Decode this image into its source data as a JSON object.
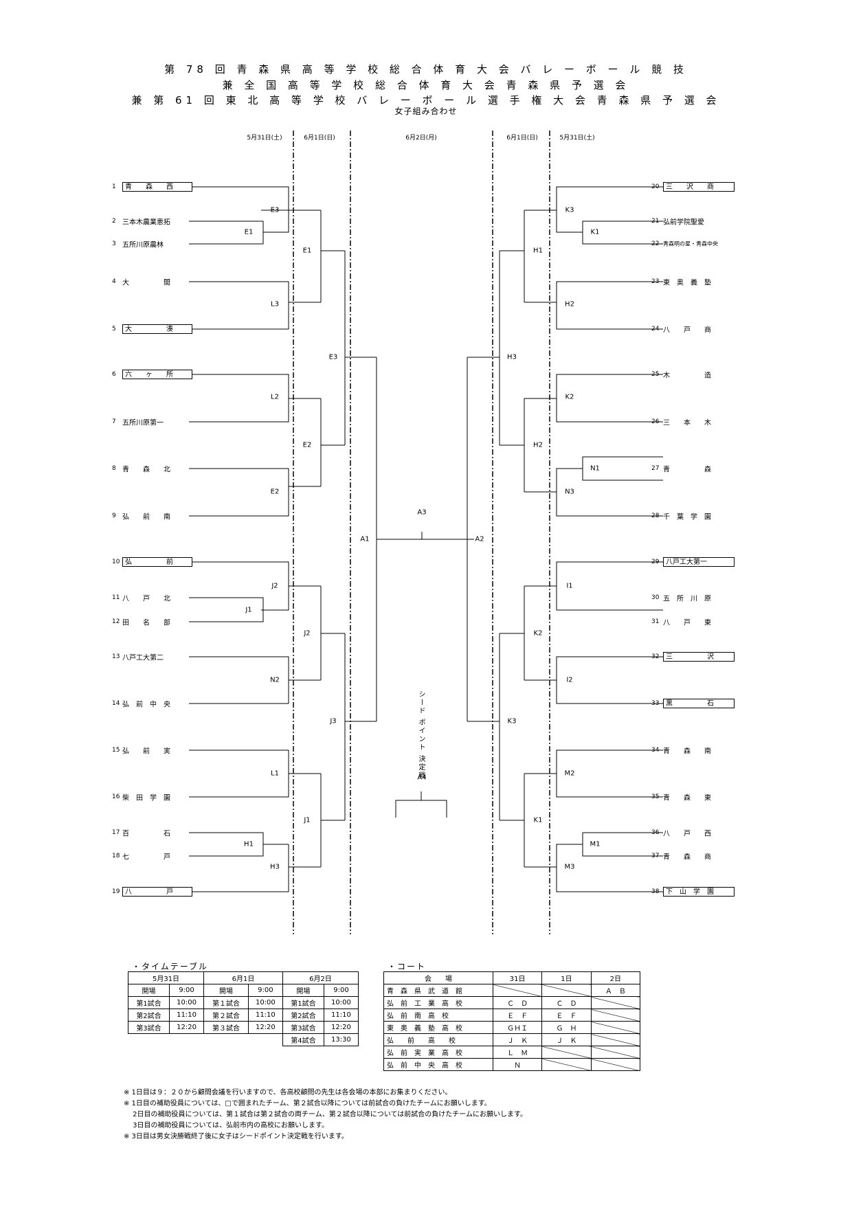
{
  "header": {
    "title_lines": [
      "第 78 回 青 森 県 高 等 学 校 総 合 体 育 大 会 バ レ ー ボ ー ル 競 技",
      "兼 全 国 高 等 学 校 総 合 体 育 大 会 青 森 県 予 選 会",
      "兼 第 61 回 東 北 高 等 学 校 バ レ ー ボ ー ル 選 手 権 大 会 青 森 県 予 選 会"
    ],
    "subtitle": "女子組み合わせ"
  },
  "date_headers": {
    "left_day1": "5月31日(土)",
    "left_day2": "6月1日(日)",
    "center_day3": "6月2日(月)",
    "right_day2": "6月1日(日)",
    "right_day1": "5月31日(土)"
  },
  "left_teams": [
    {
      "no": "1",
      "name": "青　　森　　西",
      "boxed": true
    },
    {
      "no": "2",
      "name": "三本木農業恵拓",
      "boxed": false
    },
    {
      "no": "3",
      "name": "五所川原農林",
      "boxed": false
    },
    {
      "no": "4",
      "name": "大　　　　　間",
      "boxed": false
    },
    {
      "no": "5",
      "name": "大　　　　　湊",
      "boxed": true
    },
    {
      "no": "6",
      "name": "六　　ヶ　　所",
      "boxed": true
    },
    {
      "no": "7",
      "name": "五所川原第一",
      "boxed": false
    },
    {
      "no": "8",
      "name": "青　　森　　北",
      "boxed": false
    },
    {
      "no": "9",
      "name": "弘　　前　　南",
      "boxed": false
    },
    {
      "no": "10",
      "name": "弘　　　　　前",
      "boxed": true
    },
    {
      "no": "11",
      "name": "八　　戸　　北",
      "boxed": false
    },
    {
      "no": "12",
      "name": "田　　名　　部",
      "boxed": false
    },
    {
      "no": "13",
      "name": "八戸工大第二",
      "boxed": false
    },
    {
      "no": "14",
      "name": "弘　前　中　央",
      "boxed": false
    },
    {
      "no": "15",
      "name": "弘　　前　　実",
      "boxed": false
    },
    {
      "no": "16",
      "name": "柴　田　学　園",
      "boxed": false
    },
    {
      "no": "17",
      "name": "百　　　　　石",
      "boxed": false
    },
    {
      "no": "18",
      "name": "七　　　　　戸",
      "boxed": false
    },
    {
      "no": "19",
      "name": "八　　　　　戸",
      "boxed": true
    }
  ],
  "right_teams": [
    {
      "no": "20",
      "name": "三　　沢　　商",
      "boxed": true
    },
    {
      "no": "21",
      "name": "弘前学院聖愛",
      "boxed": false
    },
    {
      "no": "22",
      "name": "青森明の星・青森中央",
      "boxed": false
    },
    {
      "no": "23",
      "name": "東　奥　義　塾",
      "boxed": false
    },
    {
      "no": "24",
      "name": "八　　戸　　商",
      "boxed": false
    },
    {
      "no": "25",
      "name": "木　　　　　造",
      "boxed": false
    },
    {
      "no": "26",
      "name": "三　　本　　木",
      "boxed": false
    },
    {
      "no": "27",
      "name": "青　　　　　森",
      "boxed": false
    },
    {
      "no": "28",
      "name": "千　葉　学　園",
      "boxed": false
    },
    {
      "no": "29",
      "name": "八戸工大第一",
      "boxed": true
    },
    {
      "no": "30",
      "name": "五　所　川　原",
      "boxed": false
    },
    {
      "no": "31",
      "name": "八　　戸　　東",
      "boxed": false
    },
    {
      "no": "32",
      "name": "三　　　　　沢",
      "boxed": true
    },
    {
      "no": "33",
      "name": "黒　　　　　石",
      "boxed": true
    },
    {
      "no": "34",
      "name": "青　　森　　南",
      "boxed": false
    },
    {
      "no": "35",
      "name": "青　　森　　東",
      "boxed": false
    },
    {
      "no": "36",
      "name": "八　　戸　　西",
      "boxed": false
    },
    {
      "no": "37",
      "name": "青　　森　　商",
      "boxed": false
    },
    {
      "no": "38",
      "name": "下　山　学　園",
      "boxed": true
    }
  ],
  "match_labels": {
    "E1a": "E1",
    "E3a": "E3",
    "L3": "L3",
    "L2": "L2",
    "E2a": "E2",
    "J1a": "J1",
    "J2a": "J2",
    "N2": "N2",
    "L1": "L1",
    "H1a": "H1",
    "H3a": "H3",
    "E1b": "E1",
    "E2b": "E2",
    "J2b": "J2",
    "J1b": "J1",
    "E3b": "E3",
    "J3": "J3",
    "A1": "A1",
    "A2": "A2",
    "A3": "A3",
    "A4": "A4",
    "K3a": "K3",
    "K1a": "K1",
    "H2a": "H2",
    "K2a": "K2",
    "N1": "N1",
    "N3": "N3",
    "I1": "I1",
    "I2": "I2",
    "M2": "M2",
    "M1": "M1",
    "M3": "M3",
    "H1b": "H1",
    "H2b": "H2",
    "K2b": "K2",
    "K1b": "K1",
    "H3b": "H3",
    "K3b": "K3"
  },
  "seed_label": "シード ポイント 決定戦",
  "timetable": {
    "title": "・タイムテーブル",
    "days": [
      "5月31日",
      "6月1日",
      "6月2日"
    ],
    "rows": [
      [
        "開場",
        "9:00",
        "開場",
        "9:00",
        "開場",
        "9:00"
      ],
      [
        "第1試合",
        "10:00",
        "第１試合",
        "10:00",
        "第1試合",
        "10:00"
      ],
      [
        "第2試合",
        "11:10",
        "第２試合",
        "11:10",
        "第2試合",
        "11:10"
      ],
      [
        "第3試合",
        "12:20",
        "第３試合",
        "12:20",
        "第3試合",
        "12:20"
      ],
      [
        "",
        "",
        "",
        "",
        "第4試合",
        "13:30"
      ]
    ]
  },
  "court": {
    "title": "・コート",
    "headers": [
      "会　　場",
      "31日",
      "1日",
      "2日"
    ],
    "rows": [
      [
        "青　森　県　武　道　館",
        "",
        "",
        "Ａ　Ｂ"
      ],
      [
        "弘　前　工　業　高　校",
        "Ｃ　Ｄ",
        "Ｃ　Ｄ",
        ""
      ],
      [
        "弘　前　南　高　校",
        "Ｅ　Ｆ",
        "Ｅ　Ｆ",
        ""
      ],
      [
        "東　奥　義　塾　高　校",
        "ＧＨＩ",
        "Ｇ　Ｈ",
        ""
      ],
      [
        "弘　　前　　高　　校",
        "Ｊ　Ｋ",
        "Ｊ　Ｋ",
        ""
      ],
      [
        "弘　前　実　業　高　校",
        "Ｌ　Ｍ",
        "",
        ""
      ],
      [
        "弘　前　中　央　高　校",
        "Ｎ",
        "",
        ""
      ]
    ]
  },
  "notes": [
    "※ 1日目は９：２０から顧問会議を行いますので、各高校顧問の先生は各会場の本部にお集まりください。",
    "※ 1日目の補助役員については、□で囲まれたチーム、第２試合以降については前試合の負けたチームにお願いします。",
    "　 2日目の補助役員については、第１試合は第２試合の両チーム、第２試合以降については前試合の負けたチームにお願いします。",
    "　 3日目の補助役員については、弘前市内の高校にお願いします。",
    "※ 3日目は男女決勝戦終了後に女子はシードポイント決定戦を行います。"
  ]
}
